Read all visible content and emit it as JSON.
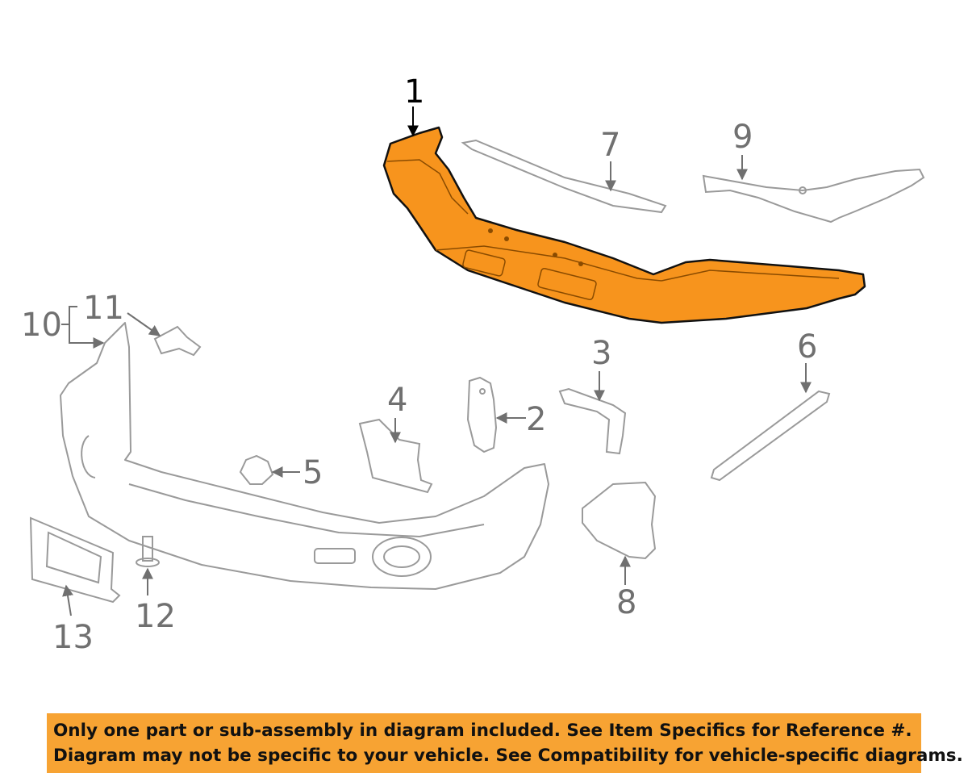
{
  "diagram": {
    "callouts": [
      {
        "id": "1",
        "label": "1",
        "highlighted": true
      },
      {
        "id": "2",
        "label": "2"
      },
      {
        "id": "3",
        "label": "3"
      },
      {
        "id": "4",
        "label": "4"
      },
      {
        "id": "5",
        "label": "5"
      },
      {
        "id": "6",
        "label": "6"
      },
      {
        "id": "7",
        "label": "7"
      },
      {
        "id": "8",
        "label": "8"
      },
      {
        "id": "9",
        "label": "9"
      },
      {
        "id": "10",
        "label": "10"
      },
      {
        "id": "11",
        "label": "11"
      },
      {
        "id": "12",
        "label": "12"
      },
      {
        "id": "13",
        "label": "13"
      }
    ],
    "highlight_color": "#f7941d",
    "line_color": "#9a9a9a"
  },
  "banner": {
    "line1": "Only one part or sub-assembly in diagram included. See Item Specifics for Reference #.",
    "line2": "Diagram may not be specific to your vehicle. See Compatibility for vehicle-specific diagrams.",
    "background": "#f7a333"
  }
}
